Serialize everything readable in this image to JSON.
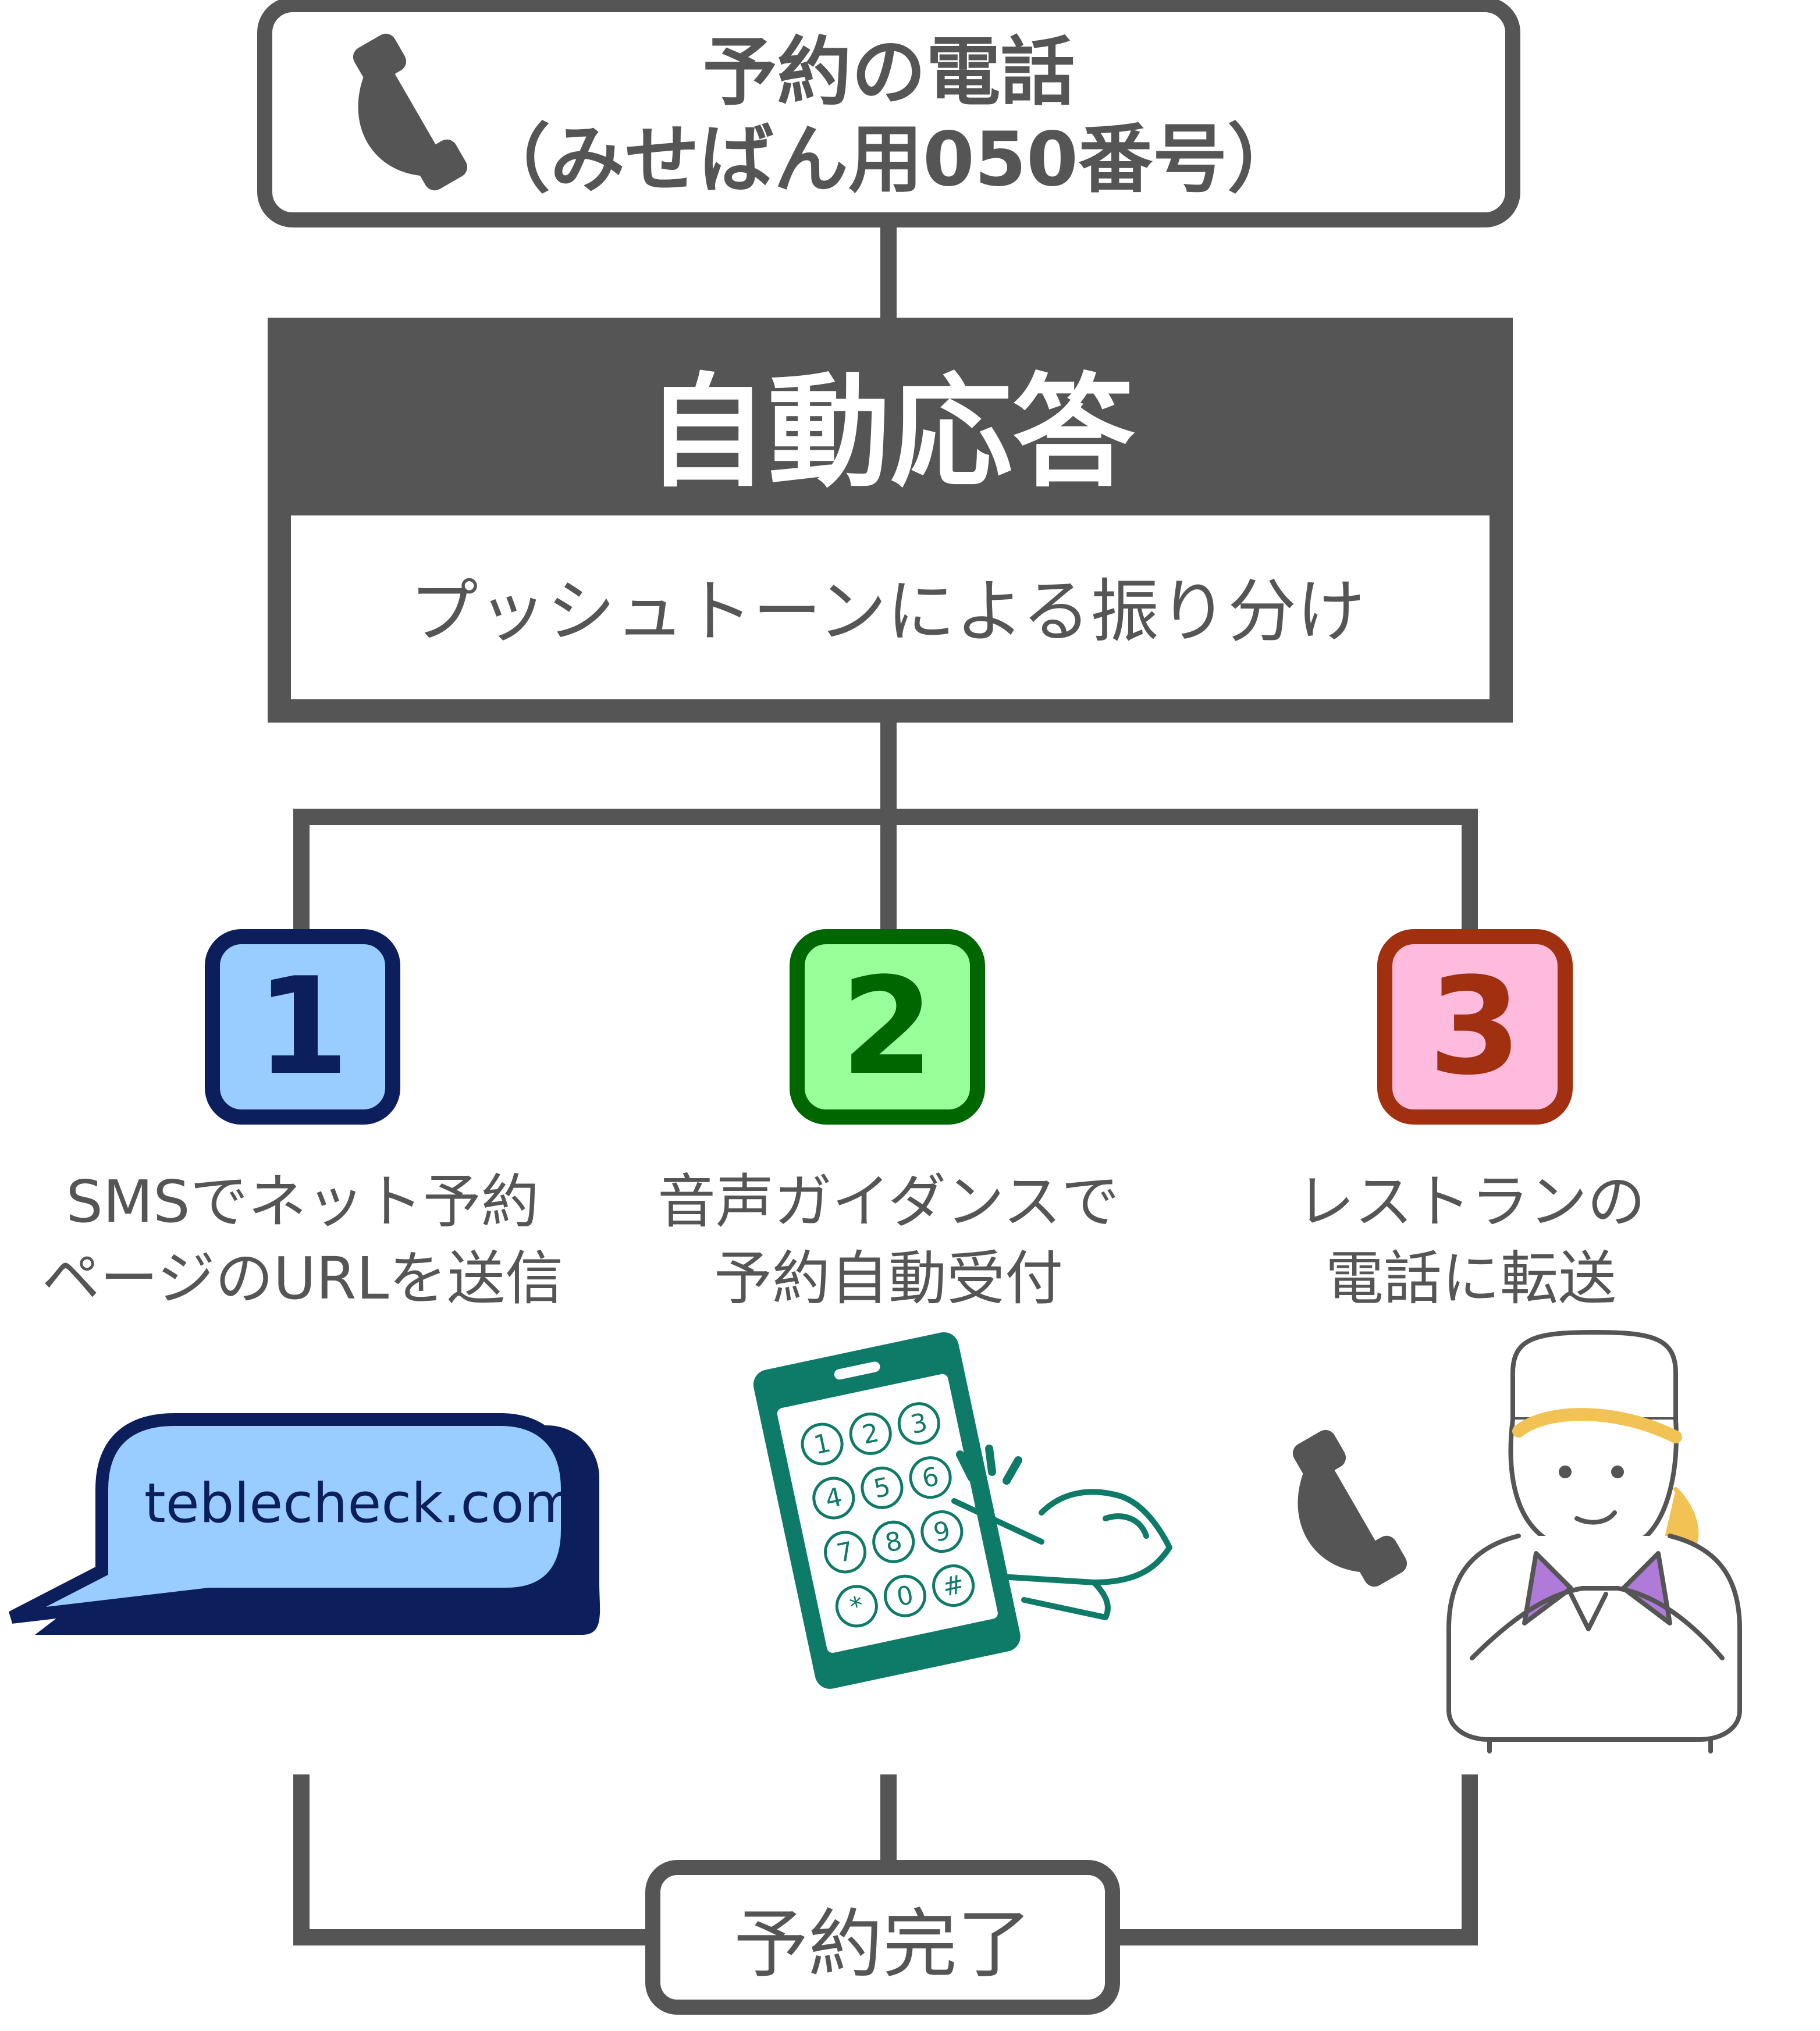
{
  "header": {
    "line1": "予約の電話",
    "line2": "（みせばん用050番号）"
  },
  "auto_response": {
    "title": "自動応答",
    "subtitle": "プッシュトーンによる振り分け"
  },
  "options": [
    {
      "number": "1",
      "line1": "SMSでネット予約",
      "line2": "ページのURLを送信",
      "url": "teblecheck.com",
      "fill": "#99ccff",
      "stroke": "#0c1f5c"
    },
    {
      "number": "2",
      "line1": "音声ガイダンスで",
      "line2": "予約自動受付",
      "fill": "#99ff99",
      "stroke": "#006600",
      "keys": [
        "1",
        "2",
        "3",
        "4",
        "5",
        "6",
        "7",
        "8",
        "9",
        "*",
        "0",
        "#"
      ]
    },
    {
      "number": "3",
      "line1": "レストランの",
      "line2": "電話に転送",
      "fill": "#ffbbdd",
      "stroke": "#a03010"
    }
  ],
  "completion": {
    "label": "予約完了"
  },
  "colors": {
    "line": "#555555",
    "phone_green": "#0e7a68"
  },
  "icons": [
    "phone-icon",
    "sms-bubble-icon",
    "smartphone-keypad-icon",
    "tap-hand-icon",
    "chef-icon"
  ]
}
